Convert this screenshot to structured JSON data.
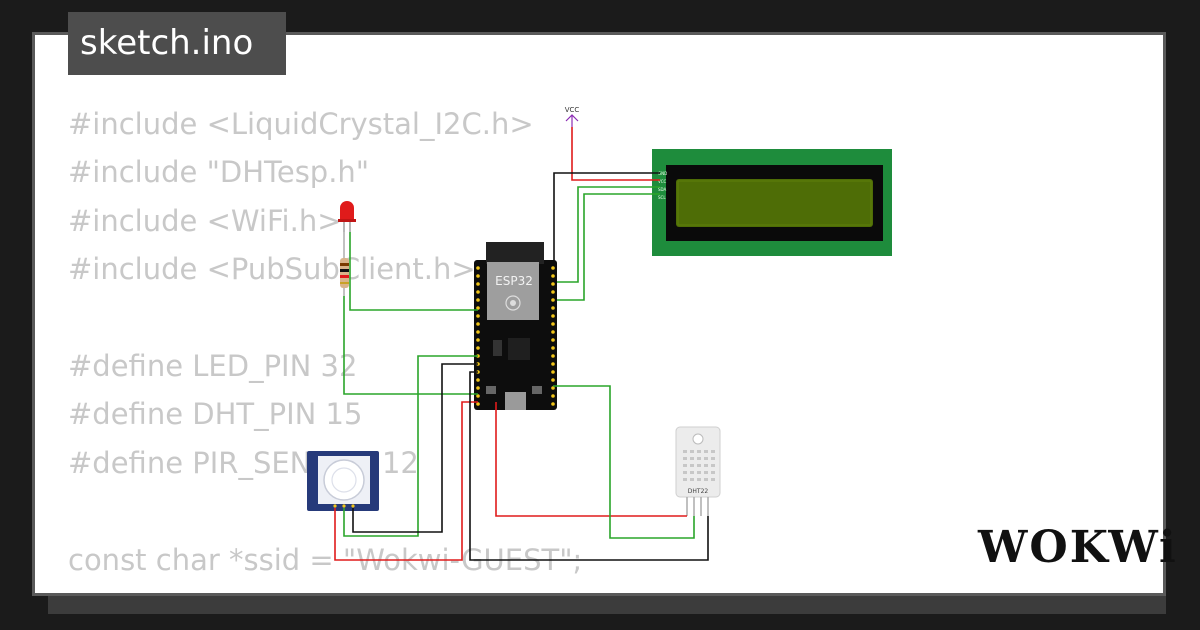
{
  "file_tab": {
    "label": "sketch.ino"
  },
  "code_lines": [
    "#include <LiquidCrystal_I2C.h>",
    "#include \"DHTesp.h\"",
    "#include <WiFi.h>",
    "#include <PubSubClient.h>",
    "",
    "#define LED_PIN 32",
    "#define DHT_PIN 15",
    "#define PIR_SENSOR 12",
    "",
    "const char *ssid = \"Wokwi-GUEST\";"
  ],
  "components": {
    "esp32_label": "ESP32",
    "vcc_label": "VCC",
    "dht_label": "DHT22",
    "lcd_pins": [
      "GND",
      "VCC",
      "SDA",
      "SCL"
    ]
  },
  "brand": {
    "logo": "WOKWi"
  },
  "colors": {
    "lcd_board": "#1e8c3c",
    "lcd_screen": "#4e6d06",
    "wire_green": "#2aa52a",
    "wire_red": "#e01b1b",
    "wire_black": "#111111",
    "vcc": "#8b2bb3"
  }
}
